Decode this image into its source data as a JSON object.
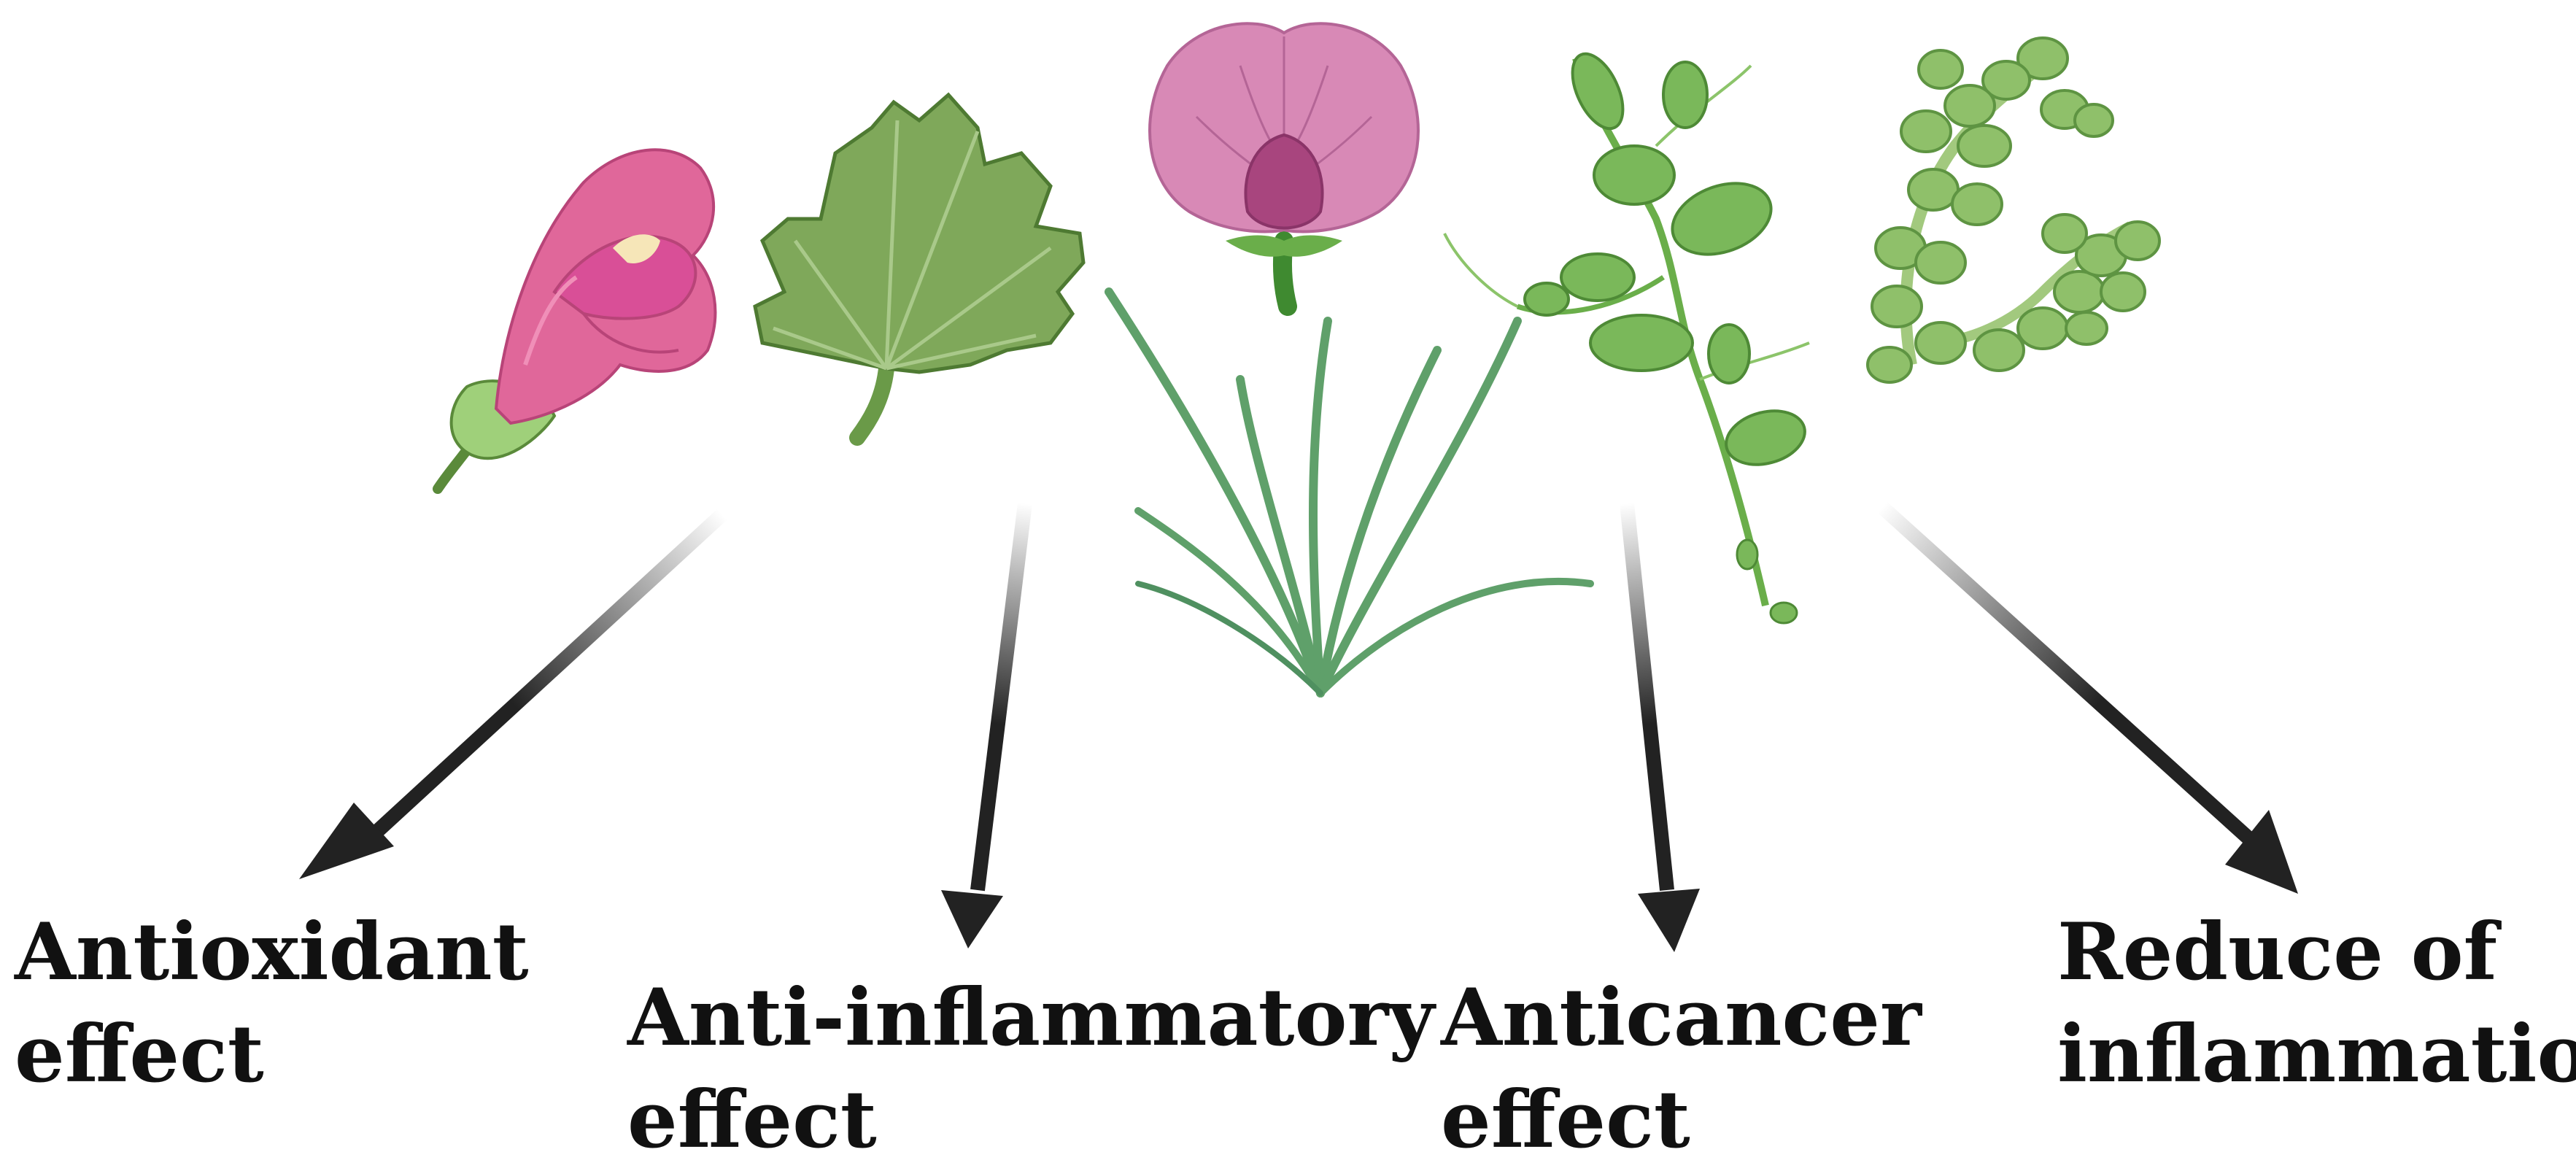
{
  "diagram": {
    "effects": [
      {
        "line1": "Antioxidant",
        "line2": "effect"
      },
      {
        "line1": "Anti-inflammatory",
        "line2": "effect"
      },
      {
        "line1": "Anticancer",
        "line2": "effect"
      },
      {
        "line1": "Reduce of",
        "line2": "inflammation"
      }
    ]
  },
  "colors": {
    "background": "#ffffff",
    "arrow": "#222222",
    "text": "#111111",
    "flower_pink": "#e0679a",
    "flower_magenta": "#d94f97",
    "leaf_green": "#7fa85a",
    "leaf_dark": "#5a8a3a",
    "pea_flower": "#d889b6",
    "grass_green": "#5fa06a",
    "vine_green": "#6aae4a",
    "succulent_green": "#8fc06a"
  }
}
